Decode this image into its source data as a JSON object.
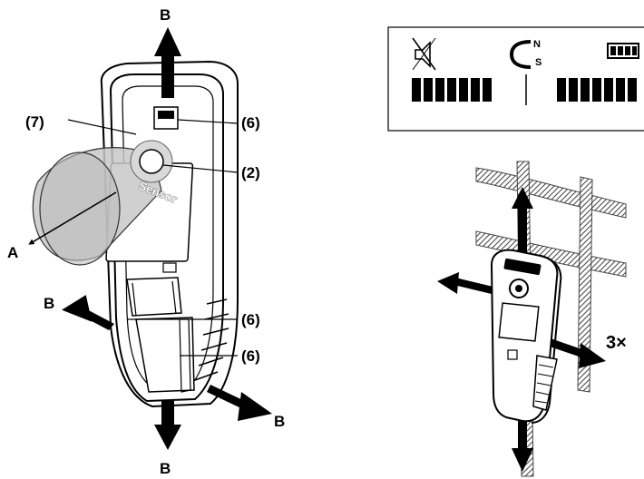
{
  "labels": {
    "ref_7": "(7)",
    "ref_6_top": "(6)",
    "ref_2": "(2)",
    "ref_6_mid": "(6)",
    "ref_6_low": "(6)",
    "axis_a": "A",
    "dir_b_top": "B",
    "dir_b_left": "B",
    "dir_b_right": "B",
    "dir_b_bottom": "B",
    "sensor_text": "Sensor",
    "repeat_count": "3×"
  },
  "display": {
    "magnet_north": "N",
    "magnet_south": "S",
    "icons": [
      "speaker-muted-icon",
      "magnet-icon",
      "battery-icon"
    ],
    "bar_left_segments": 7,
    "bar_right_segments": 7
  },
  "colors": {
    "line": "#000000",
    "cone_fill": "#c8c8c8",
    "body_fill": "#ffffff",
    "rebar": "#555555"
  }
}
